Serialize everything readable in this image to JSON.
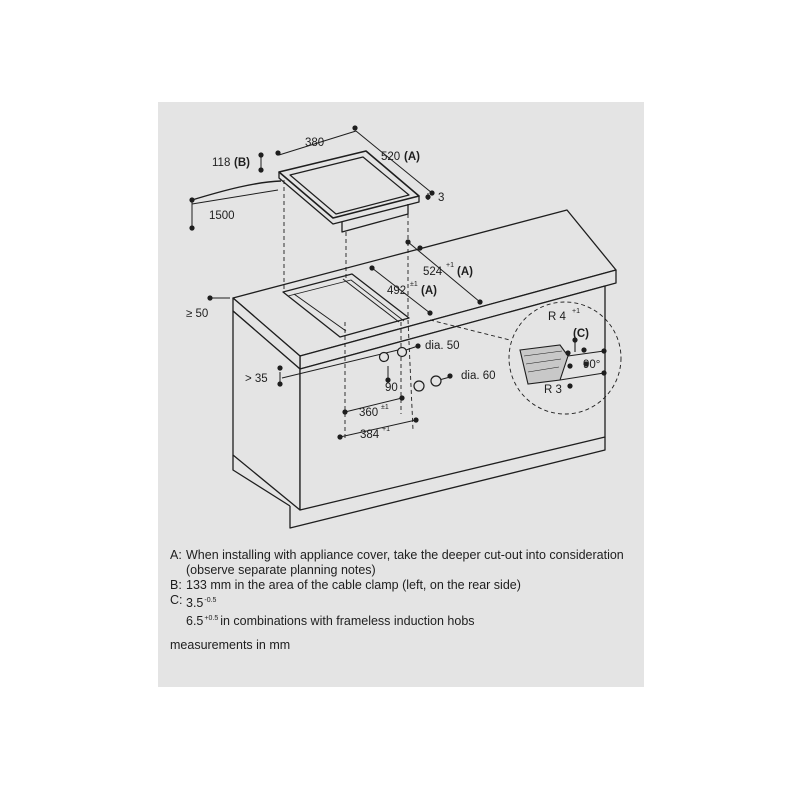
{
  "dimensions": {
    "unit_width": "380",
    "unit_depth": "520",
    "unit_depth_ref": "(A)",
    "unit_height": "118",
    "unit_height_ref": "(B)",
    "rim": "3",
    "cable_length": "1500",
    "cutout_depth": "524",
    "cutout_depth_tol": "+1",
    "cutout_depth_ref": "(A)",
    "cutout_width": "492",
    "cutout_width_tol": "±1",
    "cutout_width_ref": "(A)",
    "rear_clearance": "≥ 50",
    "front_clearance": "> 35",
    "hole_small": "dia. 50",
    "hole_large": "dia. 60",
    "hole_spacing": "90",
    "inner_width_a": "360",
    "inner_width_a_tol": "±1",
    "inner_width_b": "384",
    "inner_width_b_tol": "+1",
    "radius_top": "R 4",
    "radius_top_tol": "+1",
    "radius_bottom": "R 3",
    "detail_ref": "(C)",
    "detail_angle": "90°"
  },
  "notes": [
    {
      "key": "A:",
      "text": "When installing with appliance cover, take the deeper cut-out into consideration (observe separate planning notes)"
    },
    {
      "key": "B:",
      "text": "133 mm in the area of the cable clamp (left, on the rear side)"
    },
    {
      "key": "C:",
      "value": "3.5",
      "tol": "-0.5",
      "value2": "6.5",
      "tol2": "+0.5",
      "text2": "in combinations with frameless induction hobs"
    }
  ],
  "units_note": "measurements in mm",
  "colors": {
    "background": "#e4e4e4",
    "line": "#1e1e1e"
  }
}
